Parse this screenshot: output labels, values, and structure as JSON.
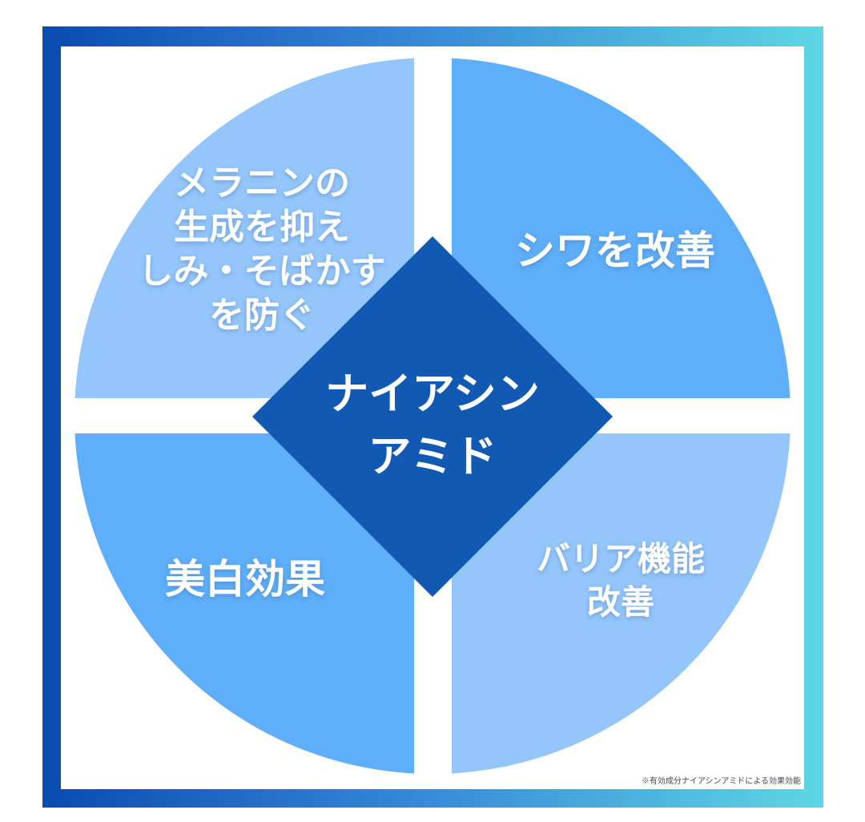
{
  "center": {
    "line1": "ナイアシン",
    "line2": "アミド"
  },
  "quadrants": {
    "top_left": {
      "lines": [
        "メラニンの",
        "生成を抑え",
        "しみ・そばかす",
        "を防ぐ"
      ],
      "color": "#94c6fb"
    },
    "top_right": {
      "lines": [
        "シワを改善"
      ],
      "color": "#5eaef9"
    },
    "bottom_left": {
      "lines": [
        "美白効果"
      ],
      "color": "#5eaef9"
    },
    "bottom_right": {
      "lines": [
        "バリア機能",
        "改善"
      ],
      "color": "#94c6fb"
    }
  },
  "center_color": "#1259b3",
  "frame_colors": [
    "#0a4bb0",
    "#5ed6e3"
  ],
  "footnote": "※有効成分ナイアシンアミドによる効果効能"
}
